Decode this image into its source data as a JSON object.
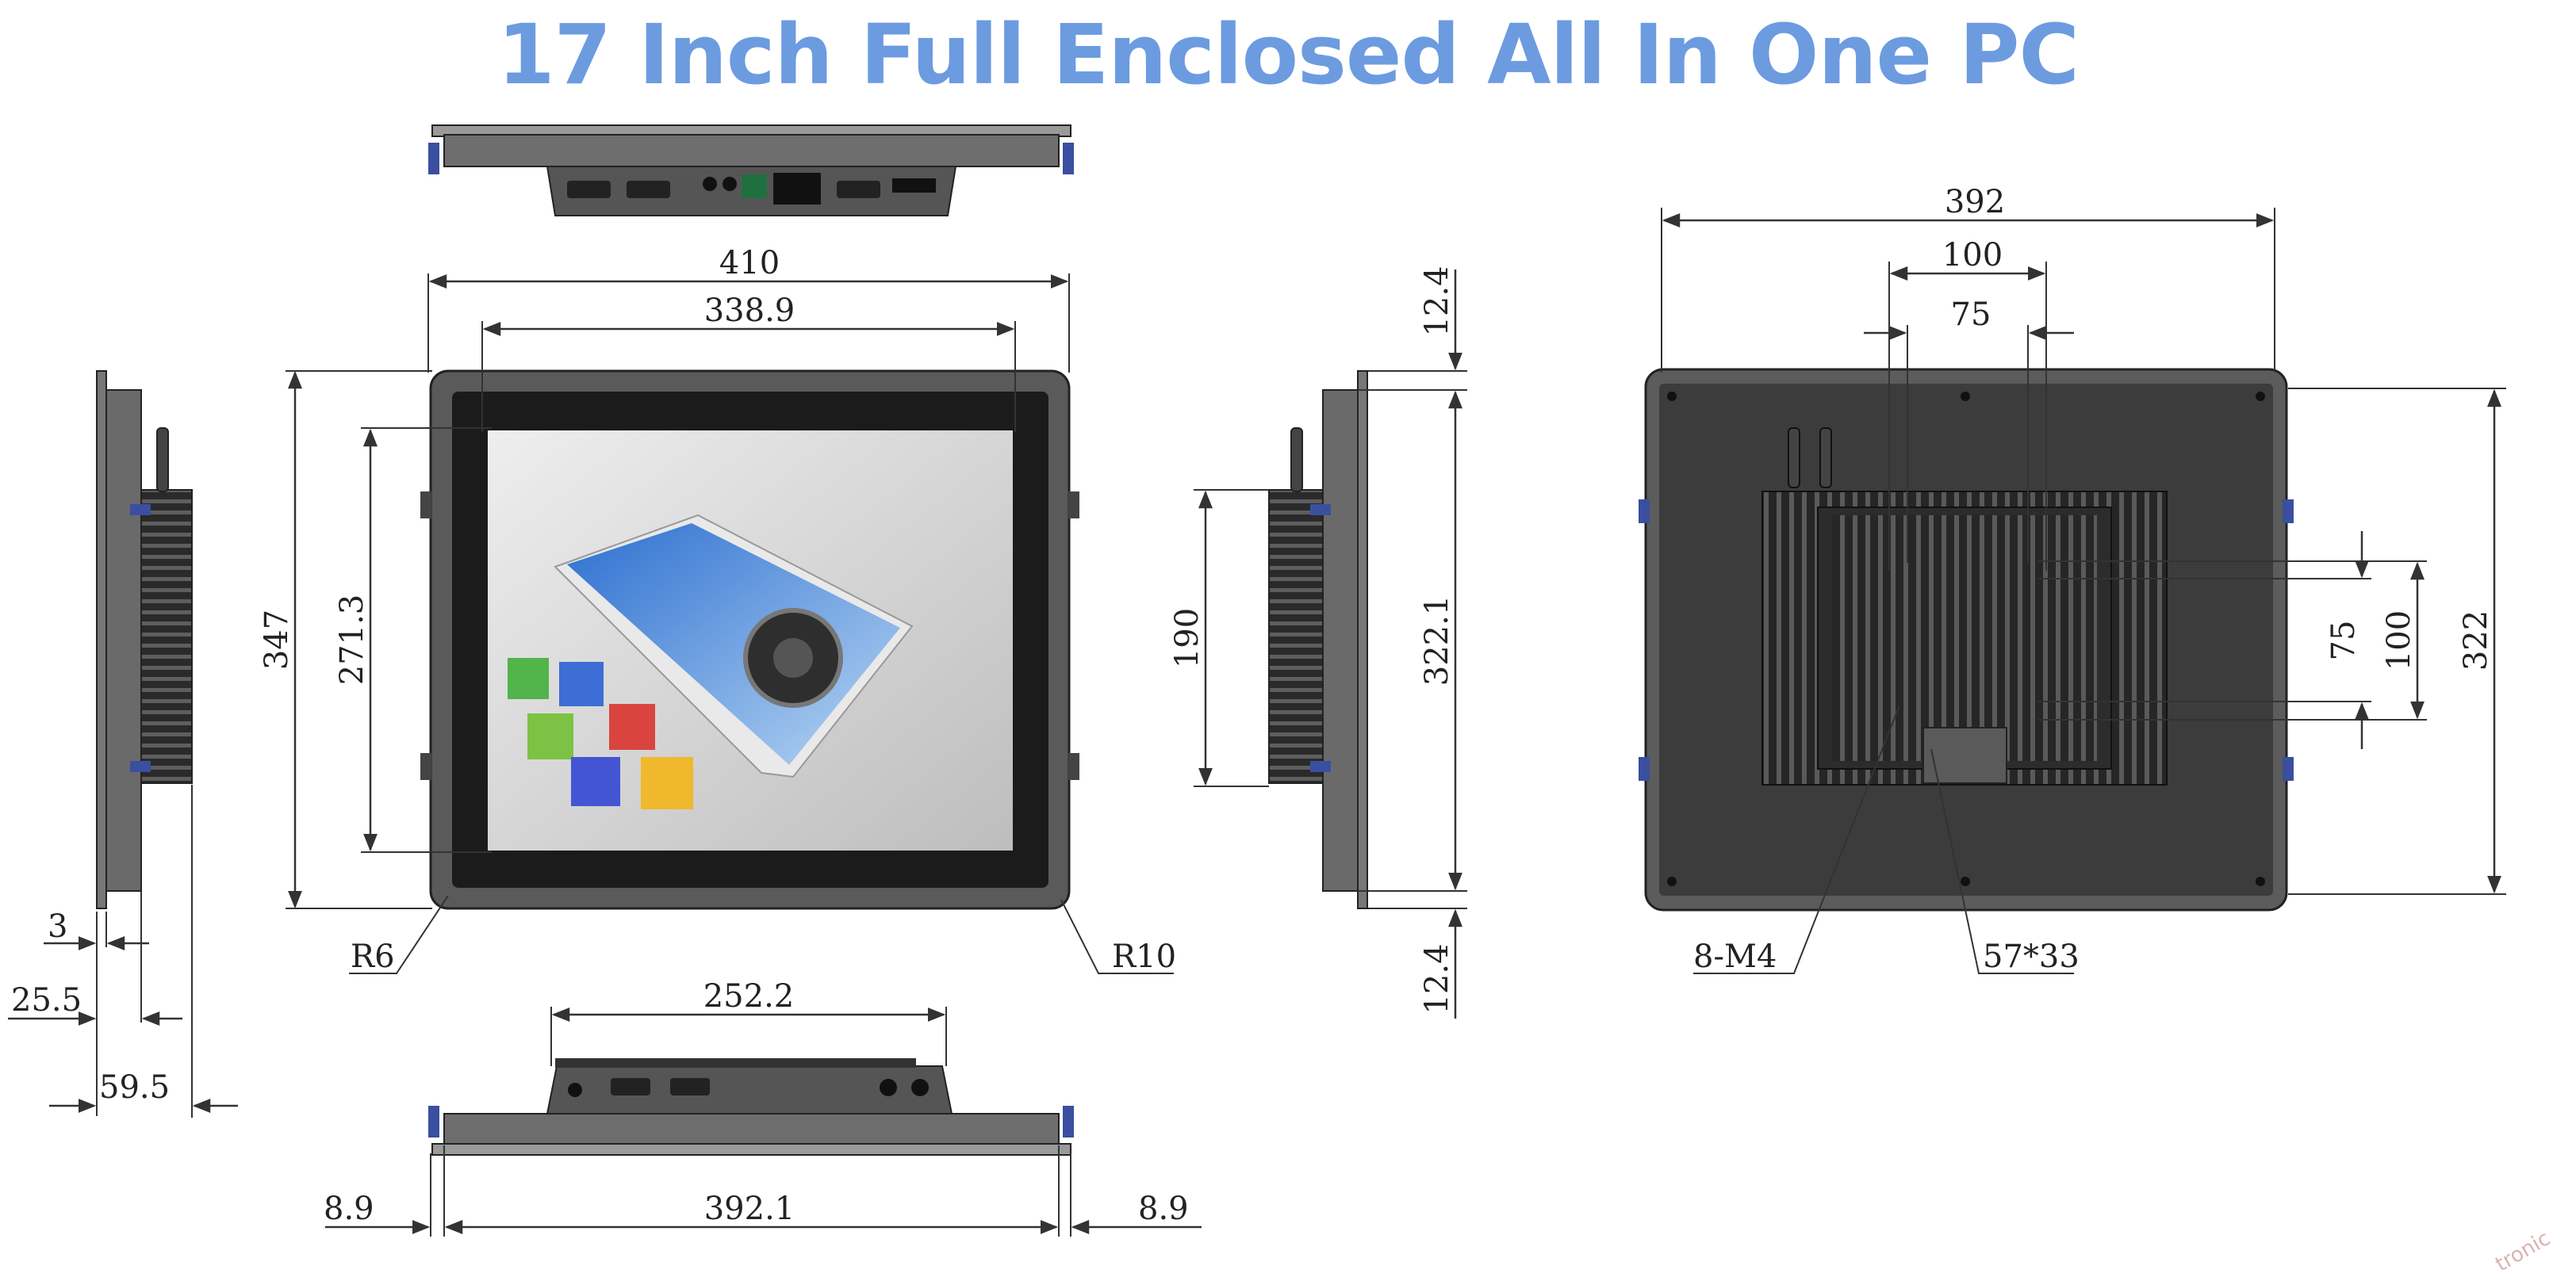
{
  "title": "17 Inch Full Enclosed All In One PC",
  "colors": {
    "title": "#6c9be0",
    "frame": "#5a5a5a",
    "bezel": "#1b1b1b",
    "panel": "#3c3c3c",
    "dim_line": "#333333",
    "accent": "#3a4fa0"
  },
  "front_view": {
    "width": "410",
    "inner_width": "338.9",
    "height": "347",
    "inner_height": "271.3",
    "corner_left": "R6",
    "corner_right": "R10"
  },
  "side_view_left": {
    "front": "3",
    "mid": "25.5",
    "total": "59.5"
  },
  "bottom_view": {
    "cutout": "252.2",
    "width": "392.1",
    "left_margin": "8.9",
    "right_margin": "8.9"
  },
  "side_view_right": {
    "top_gap": "12.4",
    "height": "322.1",
    "bottom_gap": "12.4",
    "fin_height": "190"
  },
  "back_view": {
    "width": "392",
    "vesa_outer": "100",
    "vesa_inner": "75",
    "height": "322",
    "vesa_outer_v": "100",
    "vesa_inner_v": "75",
    "screws": "8-M4",
    "cutout": "57*33"
  },
  "watermark": "tronic"
}
